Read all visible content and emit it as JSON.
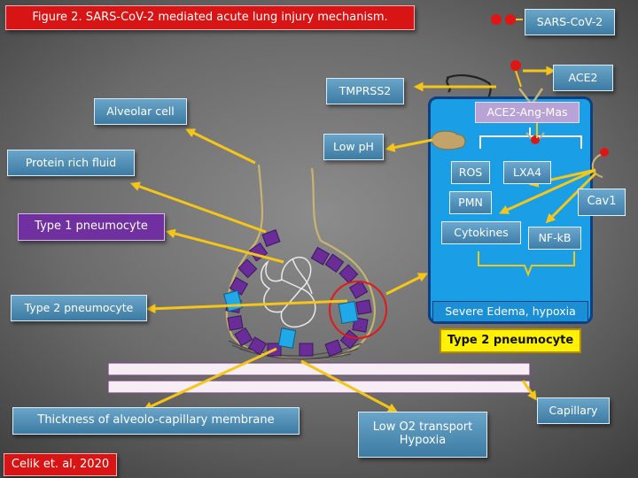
{
  "figure": {
    "title": "Figure 2. SARS-CoV-2 mediated acute lung injury mechanism.",
    "citation": "Celik et. al, 2020"
  },
  "labels": {
    "virus": "SARS-CoV-2",
    "ace2": "ACE2",
    "tmprss2": "TMPRSS2",
    "ace2_ang_mas": "ACE2-Ang-Mas",
    "low_ph": "Low pH",
    "alveolar_cell": "Alveolar cell",
    "protein_rich_fluid": "Protein rich fluid",
    "type1": "Type 1 pneumocyte",
    "type2": "Type 2 pneumocyte",
    "ros": "ROS",
    "lxa4": "LXA4",
    "pmn": "PMN",
    "cav1": "Cav1",
    "cytokines": "Cytokines",
    "nfkb": "NF-kB",
    "edema": "Severe Edema, hypoxia",
    "type2_cell": "Type 2 pneumocyte",
    "capillary": "Capillary",
    "thickness": "Thickness of alveolo-capillary membrane",
    "low_o2_line1": "Low O2 transport",
    "low_o2_line2": "Hypoxia"
  },
  "colors": {
    "background": "#7a7a7a",
    "arrow": "#f5c518",
    "cell_panel": "#1a9fe6",
    "title_box": "#d81414",
    "type1_box": "#7030a0",
    "type2_label_bg": "#fff200",
    "alveolus_cells": "#6a2c97",
    "type2_cells": "#21a8e8",
    "virus": "#e01515"
  }
}
